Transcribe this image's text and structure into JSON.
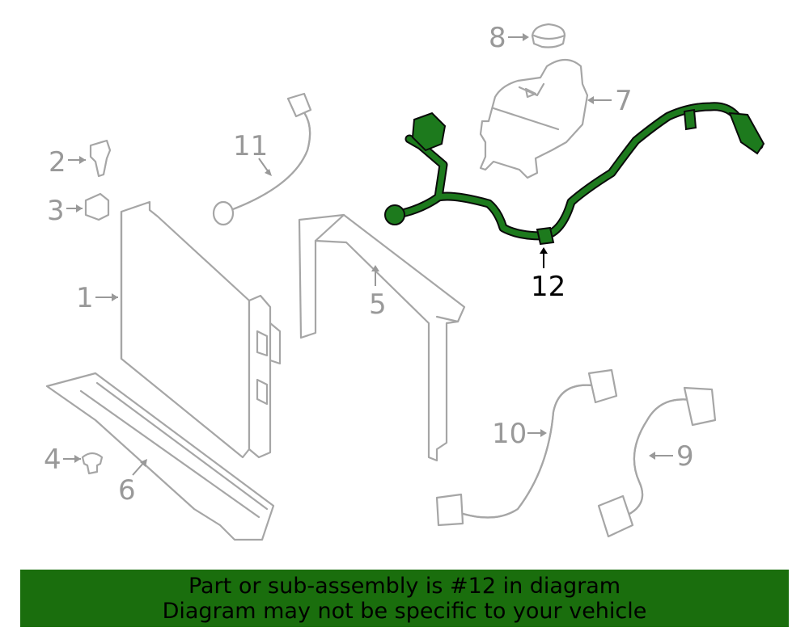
{
  "callouts": [
    "1",
    "2",
    "3",
    "4",
    "5",
    "6",
    "7",
    "8",
    "9",
    "10",
    "11",
    "12"
  ],
  "banner": {
    "line1": "Part or sub-assembly is #12 in diagram",
    "line2": "Diagram may not be specific to your vehicle"
  },
  "colors": {
    "highlight_part": "#1d7a1d",
    "banner_background": "#1a6e0d",
    "part_outline": "#a6a6a6"
  }
}
